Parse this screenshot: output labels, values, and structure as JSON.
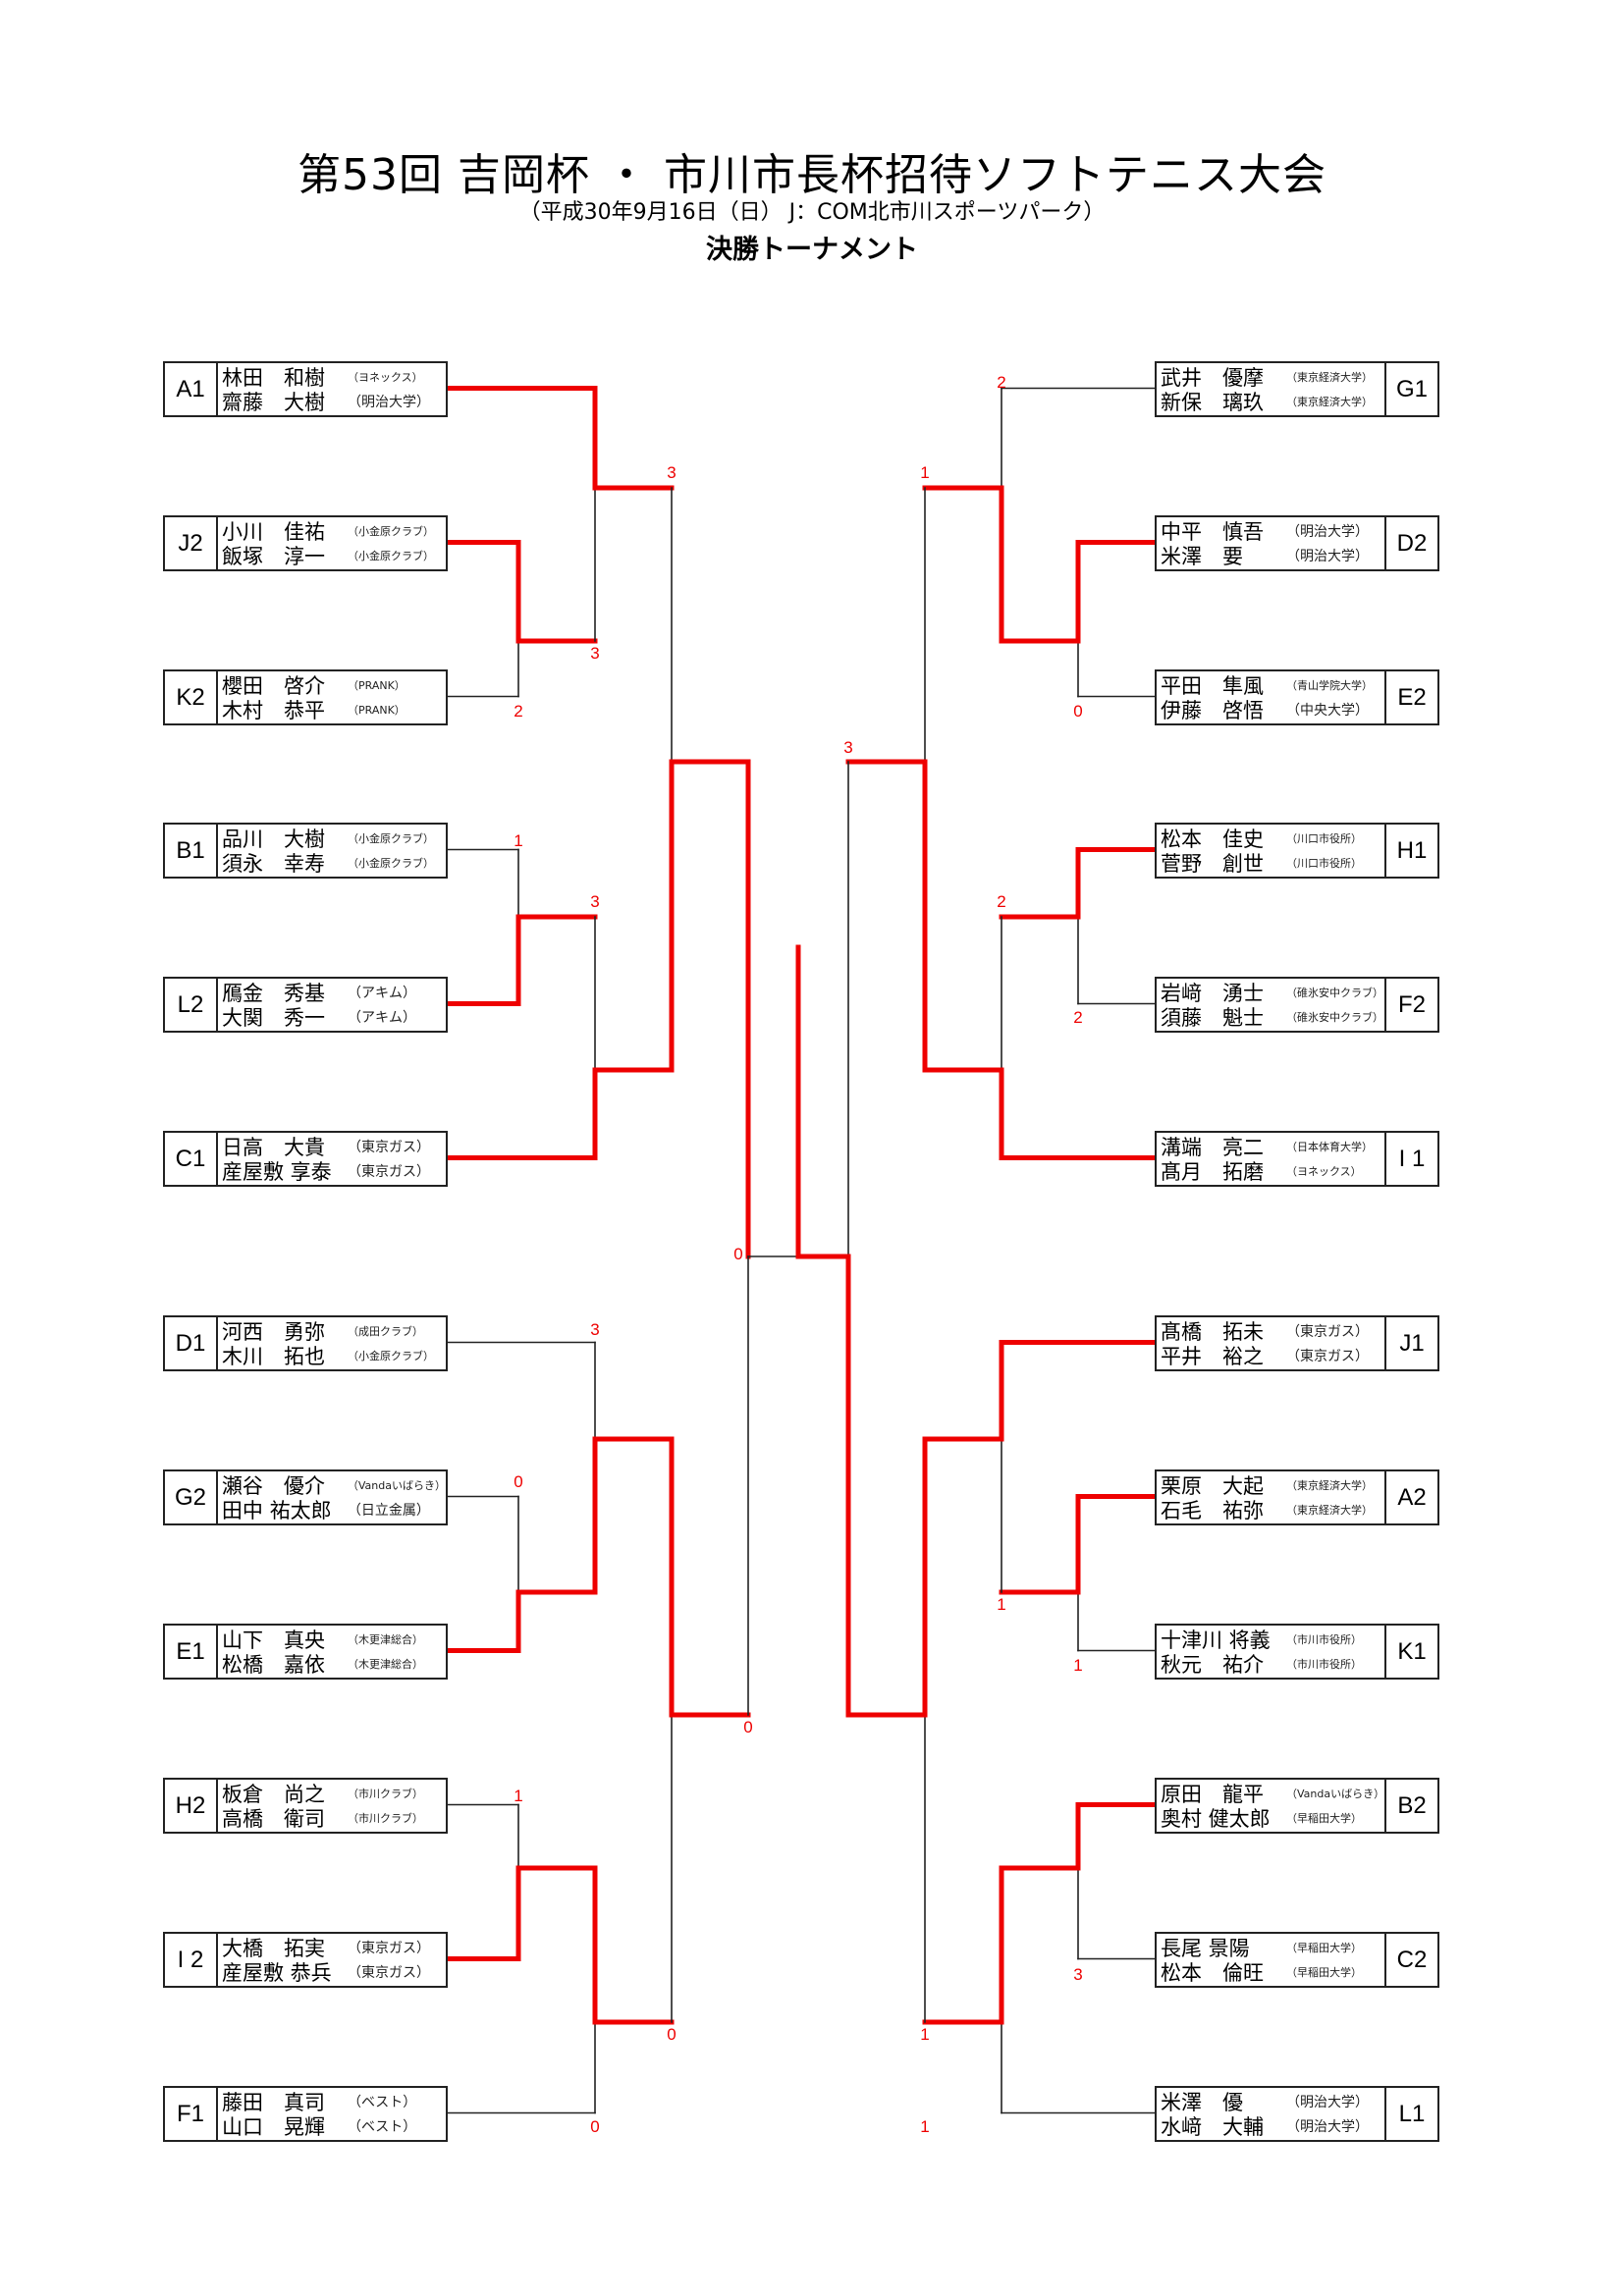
{
  "header": {
    "title": "第53回 吉岡杯 ・ 市川市長杯招待ソフトテニス大会",
    "subtitle": "（平成30年9月16日（日） J：COM北市川スポーツパーク）",
    "heading": "決勝トーナメント"
  },
  "colors": {
    "winner_line": "#ee0000",
    "loser_line": "#222222",
    "score_text": "#ee0000"
  },
  "left_entries": [
    {
      "seed": "A1",
      "players": [
        {
          "name": "林田　和樹",
          "aff": "（ヨネックス）"
        },
        {
          "name": "齋藤　大樹",
          "aff": "（明治大学）"
        }
      ]
    },
    {
      "seed": "J2",
      "players": [
        {
          "name": "小川　佳祐",
          "aff": "（小金原クラブ）"
        },
        {
          "name": "飯塚　淳一",
          "aff": "（小金原クラブ）"
        }
      ]
    },
    {
      "seed": "K2",
      "players": [
        {
          "name": "櫻田　啓介",
          "aff": "（PRANK）"
        },
        {
          "name": "木村　恭平",
          "aff": "（PRANK）"
        }
      ]
    },
    {
      "seed": "B1",
      "players": [
        {
          "name": "品川　大樹",
          "aff": "（小金原クラブ）"
        },
        {
          "name": "須永　幸寿",
          "aff": "（小金原クラブ）"
        }
      ]
    },
    {
      "seed": "L2",
      "players": [
        {
          "name": "鴈金　秀基",
          "aff": "（アキム）"
        },
        {
          "name": "大関　秀一",
          "aff": "（アキム）"
        }
      ]
    },
    {
      "seed": "C1",
      "players": [
        {
          "name": "日高　大貴",
          "aff": "（東京ガス）"
        },
        {
          "name": "産屋敷 享泰",
          "aff": "（東京ガス）"
        }
      ]
    },
    {
      "seed": "D1",
      "players": [
        {
          "name": "河西　勇弥",
          "aff": "（成田クラブ）"
        },
        {
          "name": "木川　拓也",
          "aff": "（小金原クラブ）"
        }
      ]
    },
    {
      "seed": "G2",
      "players": [
        {
          "name": "瀬谷　優介",
          "aff": "（Vandaいばらき）"
        },
        {
          "name": "田中 祐太郎",
          "aff": "（日立金属）"
        }
      ]
    },
    {
      "seed": "E1",
      "players": [
        {
          "name": "山下　真央",
          "aff": "（木更津総合）"
        },
        {
          "name": "松橋　嘉依",
          "aff": "（木更津総合）"
        }
      ]
    },
    {
      "seed": "H2",
      "players": [
        {
          "name": "板倉　尚之",
          "aff": "（市川クラブ）"
        },
        {
          "name": "高橋　衛司",
          "aff": "（市川クラブ）"
        }
      ]
    },
    {
      "seed": "I 2",
      "players": [
        {
          "name": "大橋　拓実",
          "aff": "（東京ガス）"
        },
        {
          "name": "産屋敷 恭兵",
          "aff": "（東京ガス）"
        }
      ]
    },
    {
      "seed": "F1",
      "players": [
        {
          "name": "藤田　真司",
          "aff": "（ベスト）"
        },
        {
          "name": "山口　晃輝",
          "aff": "（ベスト）"
        }
      ]
    }
  ],
  "right_entries": [
    {
      "seed": "G1",
      "players": [
        {
          "name": "武井　優摩",
          "aff": "（東京経済大学）"
        },
        {
          "name": "新保　璃玖",
          "aff": "（東京経済大学）"
        }
      ]
    },
    {
      "seed": "D2",
      "players": [
        {
          "name": "中平　慎吾",
          "aff": "（明治大学）"
        },
        {
          "name": "米澤　要",
          "aff": "（明治大学）"
        }
      ]
    },
    {
      "seed": "E2",
      "players": [
        {
          "name": "平田　隼風",
          "aff": "（青山学院大学）"
        },
        {
          "name": "伊藤　啓悟",
          "aff": "（中央大学）"
        }
      ]
    },
    {
      "seed": "H1",
      "players": [
        {
          "name": "松本　佳史",
          "aff": "（川口市役所）"
        },
        {
          "name": "菅野　創世",
          "aff": "（川口市役所）"
        }
      ]
    },
    {
      "seed": "F2",
      "players": [
        {
          "name": "岩﨑　湧士",
          "aff": "（碓氷安中クラブ）"
        },
        {
          "name": "須藤　魁士",
          "aff": "（碓氷安中クラブ）"
        }
      ]
    },
    {
      "seed": "I 1",
      "players": [
        {
          "name": "溝端　亮二",
          "aff": "（日本体育大学）"
        },
        {
          "name": "髙月　拓磨",
          "aff": "（ヨネックス）"
        }
      ]
    },
    {
      "seed": "J1",
      "players": [
        {
          "name": "髙橋　拓未",
          "aff": "（東京ガス）"
        },
        {
          "name": "平井　裕之",
          "aff": "（東京ガス）"
        }
      ]
    },
    {
      "seed": "A2",
      "players": [
        {
          "name": "栗原　大起",
          "aff": "（東京経済大学）"
        },
        {
          "name": "石毛　祐弥",
          "aff": "（東京経済大学）"
        }
      ]
    },
    {
      "seed": "K1",
      "players": [
        {
          "name": "十津川 将義",
          "aff": "（市川市役所）"
        },
        {
          "name": "秋元　祐介",
          "aff": "（市川市役所）"
        }
      ]
    },
    {
      "seed": "B2",
      "players": [
        {
          "name": "原田　龍平",
          "aff": "（Vandaいばらき）"
        },
        {
          "name": "奥村 健太郎",
          "aff": "（早稲田大学）"
        }
      ]
    },
    {
      "seed": "C2",
      "players": [
        {
          "name": "長尾 景陽",
          "aff": "（早稲田大学）"
        },
        {
          "name": "松本　倫旺",
          "aff": "（早稲田大学）"
        }
      ]
    },
    {
      "seed": "L1",
      "players": [
        {
          "name": "米澤　優",
          "aff": "（明治大学）"
        },
        {
          "name": "水﨑　大輔",
          "aff": "（明治大学）"
        }
      ]
    }
  ],
  "scores": {
    "left_q1_r1_loser": "2",
    "left_q1_r1_winner": "3",
    "left_q1_r2": "3",
    "left_q2_r1_top": "1",
    "left_q2_r1_winner": "3",
    "left_q3_r1_top": "3",
    "left_q3_r1_loser": "0",
    "left_q4_r1_top": "1",
    "left_q4_r2": "0",
    "left_q4_r2b": "0",
    "left_semi": "0",
    "left_final": "0",
    "right_q1_r1_top": "2",
    "right_q1_r1_loser": "0",
    "right_q1_r2": "1",
    "right_q2_r1_top": "2",
    "right_q2_r1_loser": "2",
    "right_semi": "3",
    "right_q3_r1_mid": "1",
    "right_q3_r1_loser": "1",
    "right_q4_r1_loser": "3",
    "right_q4_r2": "1",
    "right_q4_r2b": "1"
  }
}
